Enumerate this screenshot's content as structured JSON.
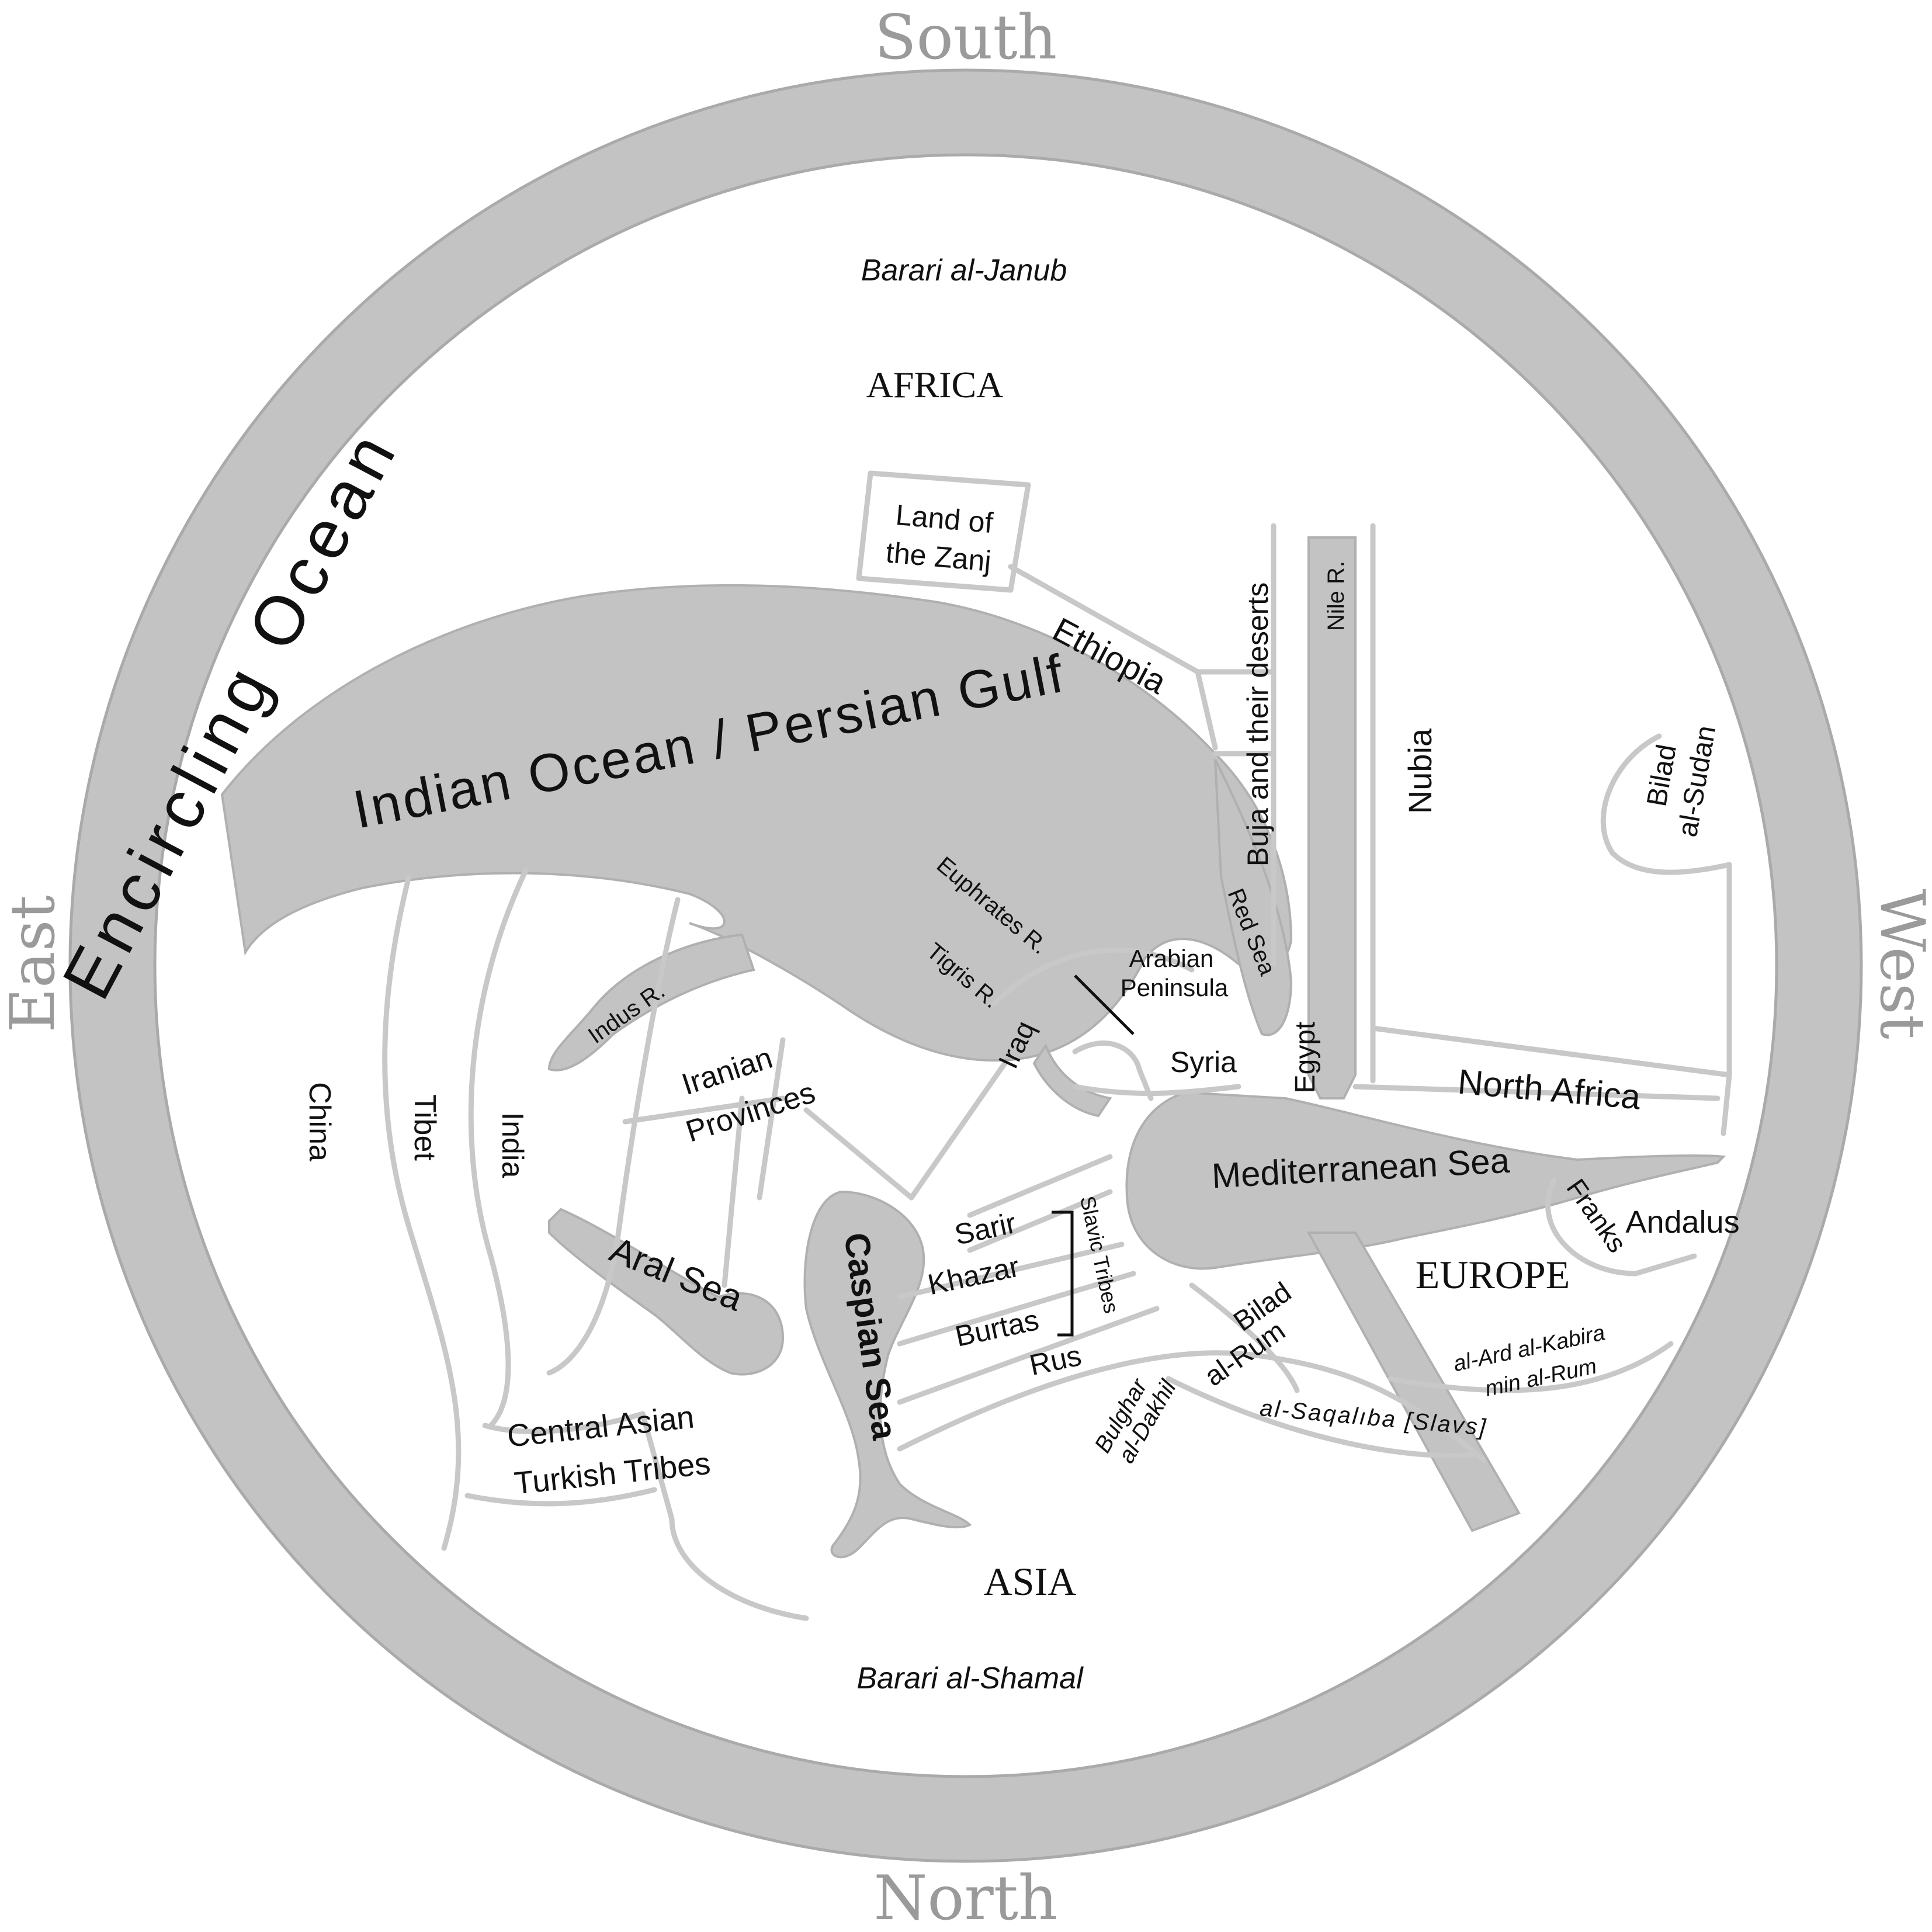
{
  "map": {
    "compass": {
      "south": "South",
      "north": "North",
      "east": "East",
      "west": "West"
    },
    "ocean": {
      "encircling": "Encircling Ocean"
    },
    "continents": {
      "africa": "AFRICA",
      "asia": "ASIA",
      "europe": "EUROPE"
    },
    "regions": {
      "barari_janub": "Barari al-Janub",
      "barari_shamal": "Barari al-Shamal",
      "zanj_line1": "Land of",
      "zanj_line2": "the Zanj",
      "ethiopia": "Ethiopia",
      "buja": "Buja and their deserts",
      "nubia": "Nubia",
      "bilad_sudan_line1": "Bilad",
      "bilad_sudan_line2": "al-Sudan",
      "arabian_line1": "Arabian",
      "arabian_line2": "Peninsula",
      "syria": "Syria",
      "egypt": "Egypt",
      "north_africa": "North Africa",
      "iraq": "Iraq",
      "iranian_line1": "Iranian",
      "iranian_line2": "Provinces",
      "china": "China",
      "tibet": "Tibet",
      "india": "India",
      "central_asian_line1": "Central Asian",
      "central_asian_line2": "Turkish Tribes",
      "sarir": "Sarir",
      "khazar": "Khazar",
      "burtas": "Burtas",
      "rus": "Rus",
      "slavic_tribes": "Slavic Tribes",
      "bilad_rum_line1": "Bilad",
      "bilad_rum_line2": "al-Rum",
      "bulghar_line1": "Bulghar",
      "bulghar_line2": "al-Dakhil",
      "saqaliba": "al-Saqalıba [Slavs]",
      "ard_kabira_line1": "al-Ard al-Kabira",
      "ard_kabira_line2": "min al-Rum",
      "franks": "Franks",
      "andalus": "Andalus"
    },
    "waters": {
      "indian_ocean": "Indian Ocean / Persian Gulf",
      "mediterranean": "Mediterranean Sea",
      "caspian": "Caspian Sea",
      "aral": "Aral Sea",
      "red_sea": "Red Sea",
      "nile": "Nile R.",
      "euphrates": "Euphrates R.",
      "tigris": "Tigris R.",
      "indus": "Indus R."
    }
  }
}
